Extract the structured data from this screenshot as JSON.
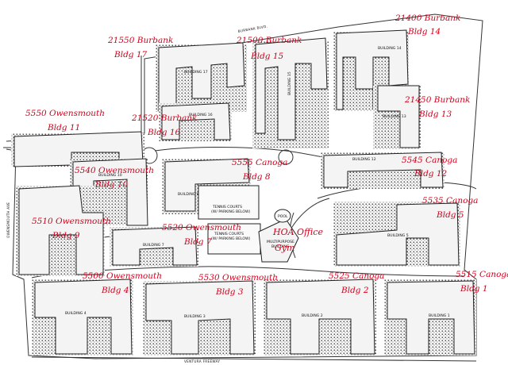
{
  "colors": {
    "annotation": "#d4001c",
    "linework": "#222222",
    "background": "#ffffff"
  },
  "streets": {
    "north": "BURBANK BLVD.",
    "west": "OWENSMOUTH AVE",
    "south": "VENTURA FREEWAY"
  },
  "amenities": {
    "tennis_1_a": "TENNIS COURTS",
    "tennis_1_b": "(W/ PARKING BELOW)",
    "tennis_2_a": "TENNIS COURTS",
    "tennis_2_b": "(W/ PARKING BELOW)",
    "multipurpose_a": "MULTIPURPOSE",
    "multipurpose_b": "BUILDING",
    "pool": "POOL",
    "office": "HOA Office",
    "gym": "Gym"
  },
  "plan_labels": {
    "b1": "BUILDING 1",
    "b2": "BUILDING 2",
    "b3": "BUILDING 3",
    "b4": "BUILDING 4",
    "b5": "BUILDING 5",
    "b7": "BUILDING 7",
    "b8": "BUILDING 8",
    "b10": "BUILDING 10",
    "b12": "BUILDING 12",
    "b13": "BUILDING 13",
    "b14": "BUILDING 14",
    "b15": "BUILDING 15",
    "b16": "BUILDING 16",
    "b17": "BUILDING 17"
  },
  "annotations": {
    "b14": {
      "address": "21400 Burbank",
      "bldg": "Bldg 14"
    },
    "b17": {
      "address": "21550 Burbank",
      "bldg": "Bldg 17"
    },
    "b15": {
      "address": "21500 Burbank",
      "bldg": "Bldg 15"
    },
    "b13": {
      "address": "21450 Burbank",
      "bldg": "Bldg 13"
    },
    "b11": {
      "address": "5550 Owensmouth",
      "bldg": "Bldg 11"
    },
    "b16": {
      "address": "21520 Burbank",
      "bldg": "Bldg 16"
    },
    "b8": {
      "address": "5555 Canoga",
      "bldg": "Bldg 8"
    },
    "b12": {
      "address": "5545 Canoga",
      "bldg": "Bldg 12"
    },
    "b10": {
      "address": "5540 Owensmouth",
      "bldg": "Bldg 10"
    },
    "b5": {
      "address": "5535 Canoga",
      "bldg": "Bldg 5"
    },
    "b9": {
      "address": "5510 Owensmouth",
      "bldg": "Bldg 9"
    },
    "b7": {
      "address": "5520 Owensmouth",
      "bldg": "Bldg 7"
    },
    "b4": {
      "address": "5500 Owensmouth",
      "bldg": "Bldg 4"
    },
    "b3": {
      "address": "5530 Owensmouth",
      "bldg": "Bldg 3"
    },
    "b2": {
      "address": "5525 Canoga",
      "bldg": "Bldg 2"
    },
    "b1": {
      "address": "5515 Canoga",
      "bldg": "Bldg 1"
    }
  }
}
